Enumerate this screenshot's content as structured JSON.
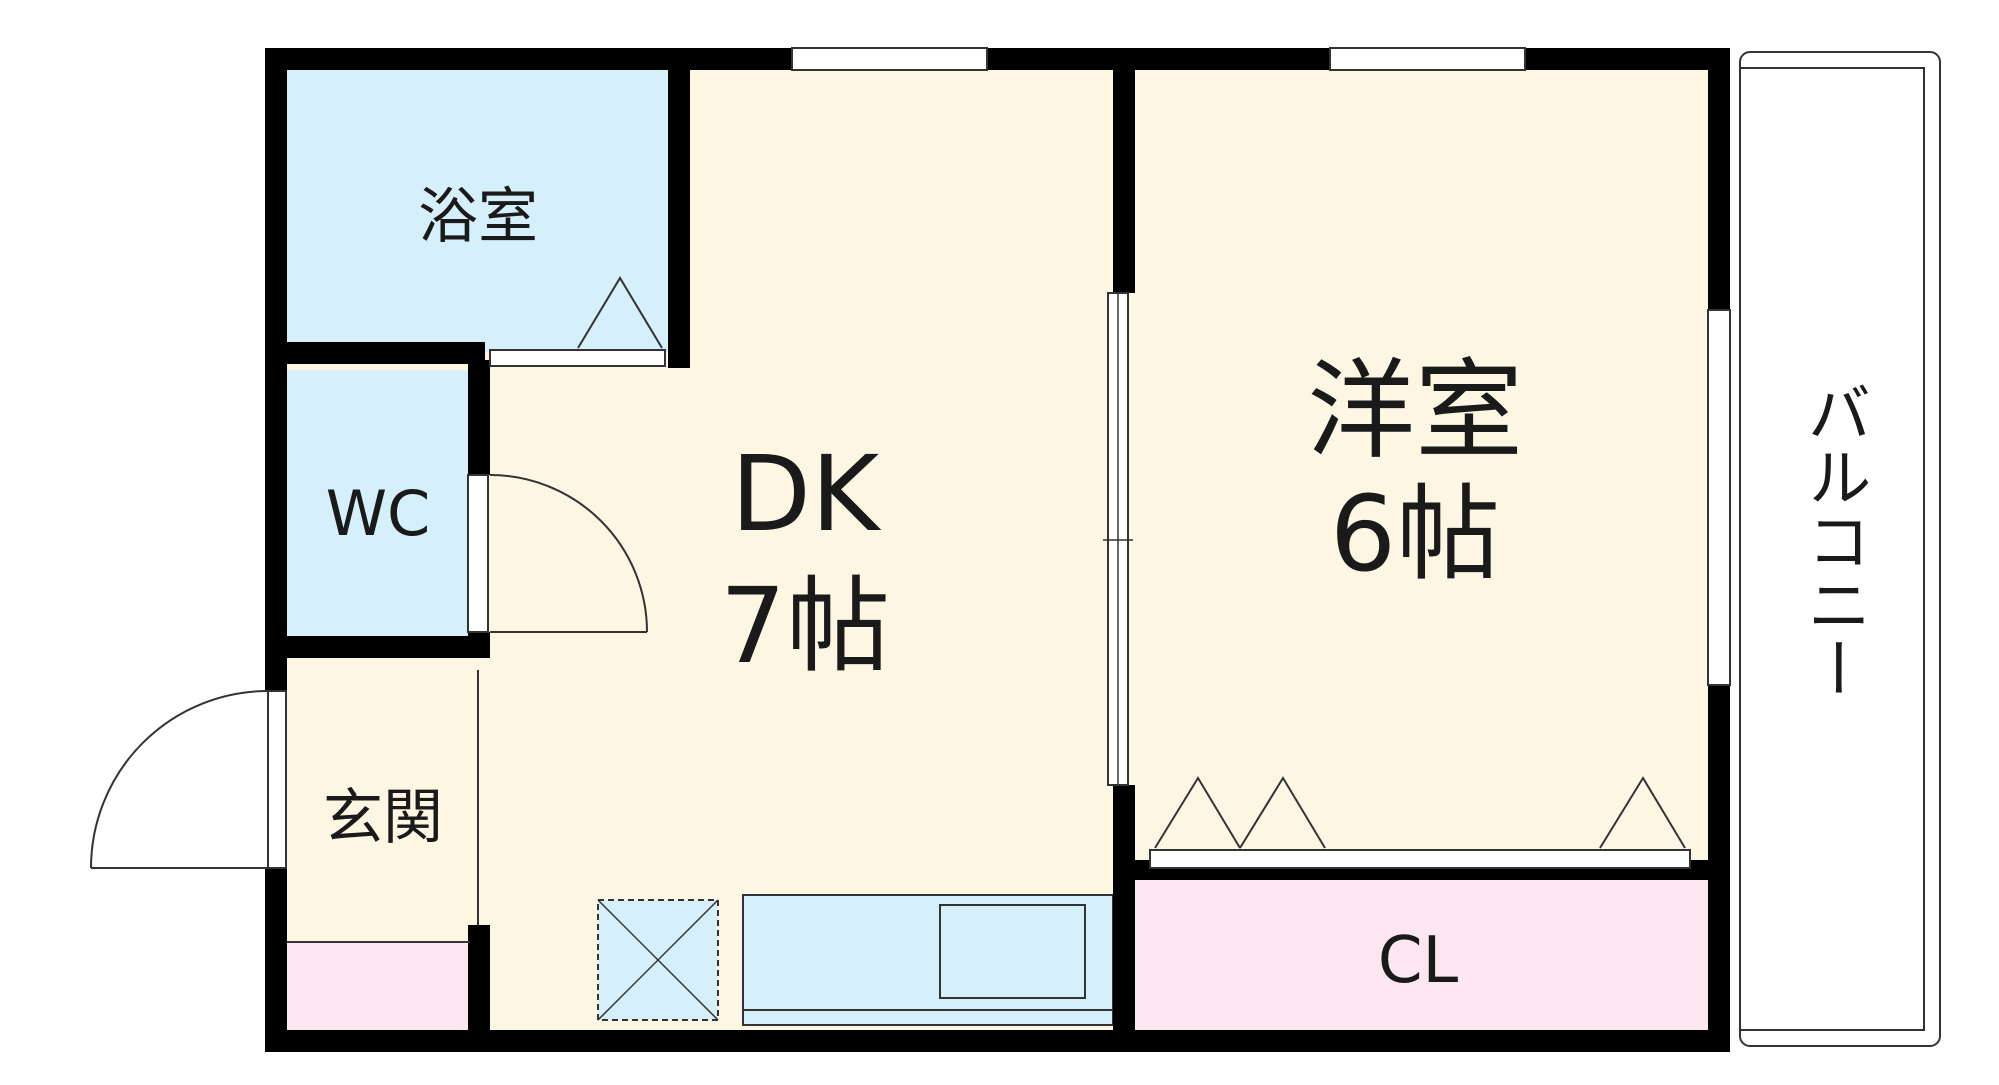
{
  "rooms": {
    "bath": {
      "label": "浴室",
      "color": "#d6f0fb"
    },
    "wc": {
      "label": "WC",
      "color": "#d6f0fb"
    },
    "entrance": {
      "label": "玄関",
      "color": "#fdf6e2"
    },
    "shoe_box": {
      "color": "#fce6f0"
    },
    "dk": {
      "label": "DK",
      "size": "7帖",
      "color": "#fdf6e2"
    },
    "western": {
      "label": "洋室",
      "size": "6帖",
      "color": "#fdf6e2"
    },
    "closet": {
      "label": "CL",
      "color": "#fce6f0"
    },
    "balcony": {
      "label": "バルコニー",
      "color": "#ffffff"
    },
    "kitchen": {
      "color": "#d6f0fb"
    }
  },
  "colors": {
    "wall": "#000000",
    "line": "#333333"
  }
}
